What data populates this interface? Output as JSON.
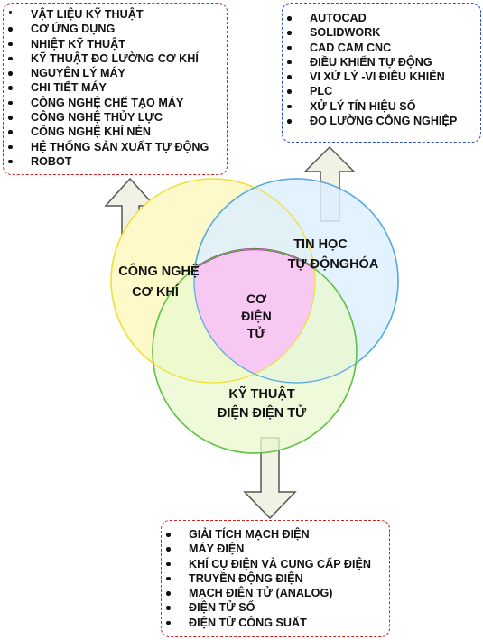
{
  "mechanical_topics": [
    "VẬT LIỆU KỸ THUẬT",
    "CƠ ỨNG DỤNG",
    "NHIỆT KỸ THUẬT",
    "KỸ THUẬT ĐO LƯỜNG CƠ KHÍ",
    "NGUYÊN LÝ MÁY",
    "CHI TIẾT MÁY",
    "CÔNG NGHỆ CHẾ TẠO MÁY",
    "CÔNG NGHỆ THỦY LỰC",
    "CÔNG NGHỆ KHÍ NÉN",
    "HỆ THỐNG SẢN XUẤT TỰ ĐỘNG",
    "ROBOT"
  ],
  "it_topics": [
    "AUTOCAD",
    "SOLIDWORK",
    "CAD CAM CNC",
    "ĐIỀU KHIỂN TỰ ĐỘNG",
    "VI XỬ LÝ -VI ĐIỀU KHIỂN",
    "PLC",
    "XỬ LÝ TÍN HIỆU SỐ",
    "ĐO LƯỜNG CÔNG NGHIỆP"
  ],
  "electronics_topics": [
    "GIẢI TÍCH MẠCH ĐIỆN",
    "MÁY ĐIỆN",
    "KHÍ CỤ ĐIỆN VÀ CUNG CẤP ĐIỆN",
    "TRUYỀN ĐỘNG ĐIỆN",
    "MẠCH ĐIỆN TỬ (ANALOG)",
    "ĐIỆN TỬ SỐ",
    "ĐIỆN TỬ CÔNG SUẤT"
  ],
  "circles": {
    "mechanical": {
      "line1": "CÔNG NGHỆ",
      "line2": "CƠ KHÍ",
      "fill": "#fdf9c8",
      "stroke": "#f1df3c"
    },
    "it": {
      "line1": "TIN HỌC",
      "line2": "TỰ ĐỘNGHÓA",
      "fill": "#dcefff",
      "stroke": "#5aa9e6"
    },
    "electronics": {
      "line1": "KỸ THUẬT",
      "line2": "ĐIỆN ĐIỆN TỬ",
      "fill": "#e9f8d0",
      "stroke": "#62c24a"
    },
    "center": {
      "line1": "CƠ",
      "line2": "ĐIỆN",
      "line3": "TỬ",
      "fill": "#f7c8f2",
      "stroke": "#9b1f8a"
    }
  },
  "arrow_colors": {
    "fill": "#f2f2e4",
    "stroke": "#555555"
  }
}
